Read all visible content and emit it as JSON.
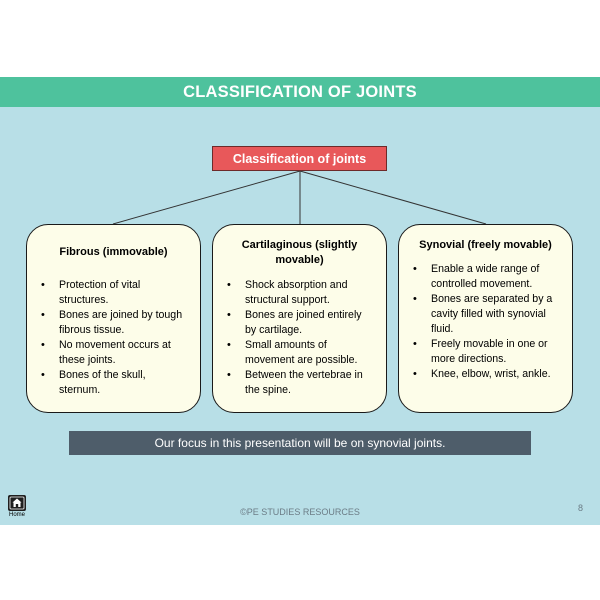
{
  "title": "CLASSIFICATION OF JOINTS",
  "root": "Classification of joints",
  "cards": [
    {
      "title": "Fibrous (immovable)",
      "bullets": [
        "Protection of vital structures.",
        "Bones are joined by tough fibrous tissue.",
        "No movement occurs at these joints.",
        "Bones of the skull, sternum."
      ]
    },
    {
      "title": "Cartilaginous (slightly movable)",
      "bullets": [
        "Shock absorption and structural support.",
        "Bones are joined entirely by cartilage.",
        "Small amounts of movement are possible.",
        "Between the vertebrae in the spine."
      ]
    },
    {
      "title": "Synovial (freely movable)",
      "bullets": [
        "Enable a wide range of controlled movement.",
        "Bones are separated by a cavity filled with synovial fluid.",
        "Freely movable in one or more directions.",
        "Knee, elbow, wrist, ankle."
      ]
    }
  ],
  "focus": "Our focus in this presentation will be on synovial joints.",
  "home": {
    "label": "Home",
    "icon": "home-icon"
  },
  "footer": "©PE STUDIES RESOURCES",
  "page_number": "8",
  "colors": {
    "title_bar": "#4ec29d",
    "background": "#b8dfe7",
    "root_box": "#e8585a",
    "card_fill": "#fdfde9",
    "focus_bar": "#4e5d6a"
  }
}
